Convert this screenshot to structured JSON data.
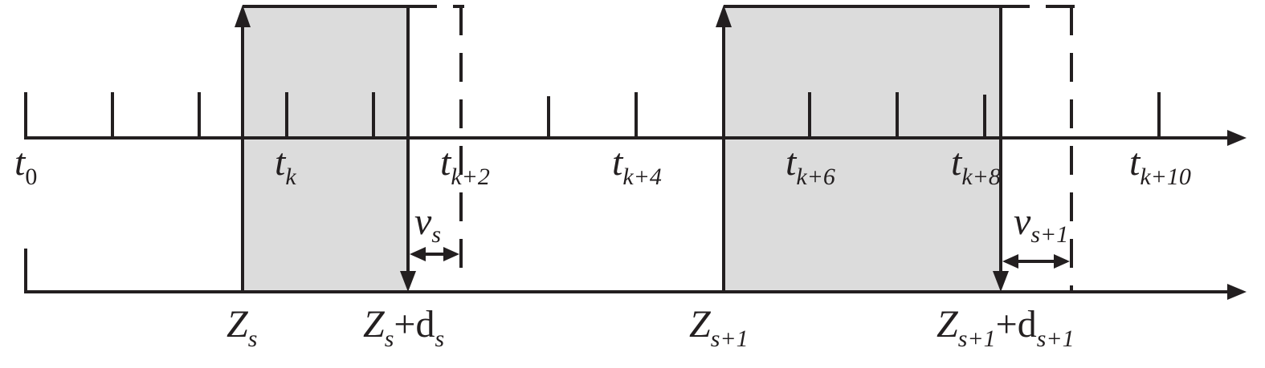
{
  "colors": {
    "line": "#231f20",
    "shade": "#dcdcdc",
    "background": "#ffffff"
  },
  "time_labels": [
    {
      "base": "t",
      "sub": "0"
    },
    {
      "base": "t",
      "sub": "k"
    },
    {
      "base": "t",
      "sub": "k+2"
    },
    {
      "base": "t",
      "sub": "k+4"
    },
    {
      "base": "t",
      "sub": "k+6"
    },
    {
      "base": "t",
      "sub": "k+8"
    },
    {
      "base": "t",
      "sub": "k+10"
    }
  ],
  "event_labels": [
    {
      "main": "Z",
      "sub": "s"
    },
    {
      "main": "Z",
      "sub": "s",
      "plus": "+d",
      "sub2": "s"
    },
    {
      "main": "Z",
      "sub": "s+1"
    },
    {
      "main": "Z",
      "sub": "s+1",
      "plus": "+d",
      "sub2": "s+1"
    }
  ],
  "interval_labels": [
    {
      "main": "v",
      "sub": "s"
    },
    {
      "main": "v",
      "sub": "s+1"
    }
  ]
}
